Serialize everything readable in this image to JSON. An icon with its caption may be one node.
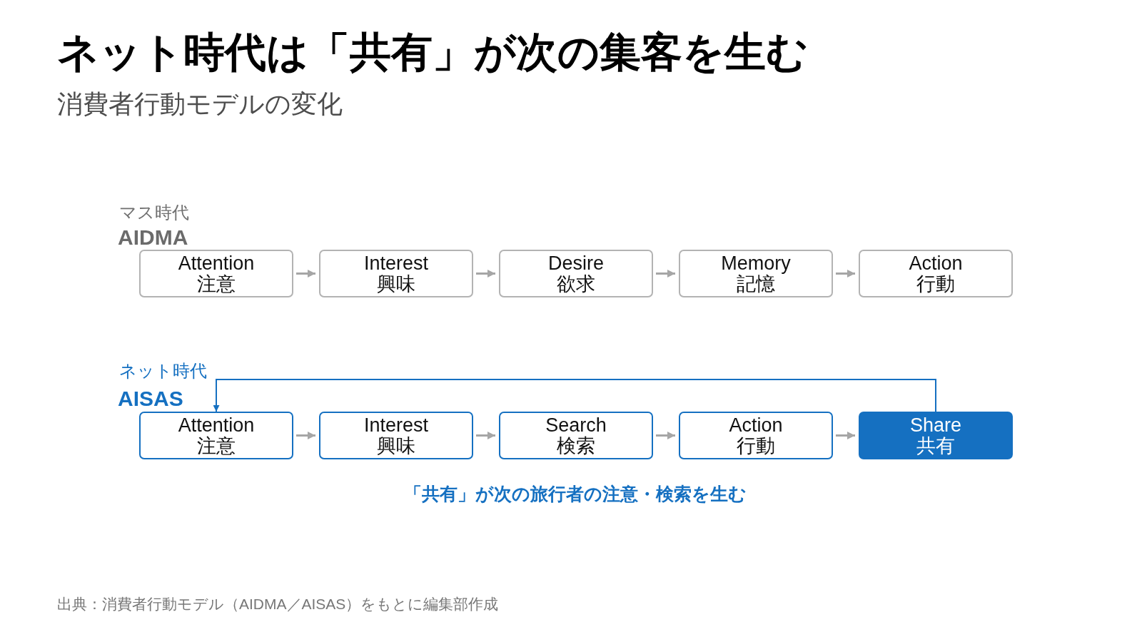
{
  "diagram": {
    "title": "ネット時代は「共有」が次の集客を生む",
    "caption": "出典：消費者行動モデル（AIDMA／AISAS）をもとに編集部作成",
    "nodes": [
      {
        "text": [
          "Attention",
          "注意"
        ]
      },
      {
        "text": [
          "Interest",
          "興味"
        ]
      },
      {
        "text": [
          "Desire",
          "欲求"
        ]
      },
      {
        "text": [
          "Memory",
          "記憶"
        ]
      },
      {
        "text": [
          "Action",
          "行動"
        ]
      },
      {
        "text": [
          "Attention",
          "注意"
        ]
      },
      {
        "text": [
          "Interest",
          "興味"
        ]
      },
      {
        "text": [
          "Search",
          "検索"
        ]
      },
      {
        "text": [
          "Action",
          "行動"
        ]
      },
      {
        "text": [
          "Share",
          "共有"
        ]
      }
    ],
    "edges": [
      {
        "from": 0,
        "to": 1,
        "arrow": "to"
      },
      {
        "from": 1,
        "to": 2,
        "arrow": "to"
      },
      {
        "from": 2,
        "to": 3,
        "arrow": "to"
      },
      {
        "from": 3,
        "to": 4,
        "arrow": "to"
      },
      {
        "from": 5,
        "to": 6,
        "arrow": "to"
      },
      {
        "from": 6,
        "to": 7,
        "arrow": "to"
      },
      {
        "from": 7,
        "to": 8,
        "arrow": "to"
      },
      {
        "from": 8,
        "to": 9,
        "arrow": "to"
      },
      {
        "from": 9,
        "to": 5,
        "arrow": "to",
        "color": "#1570c1"
      }
    ],
    "labels": [
      "消費者行動モデルの変化",
      "マス時代",
      "AIDMA",
      "ネット時代",
      "AISAS",
      "「共有」が次の旅行者の注意・検索を生む"
    ]
  }
}
